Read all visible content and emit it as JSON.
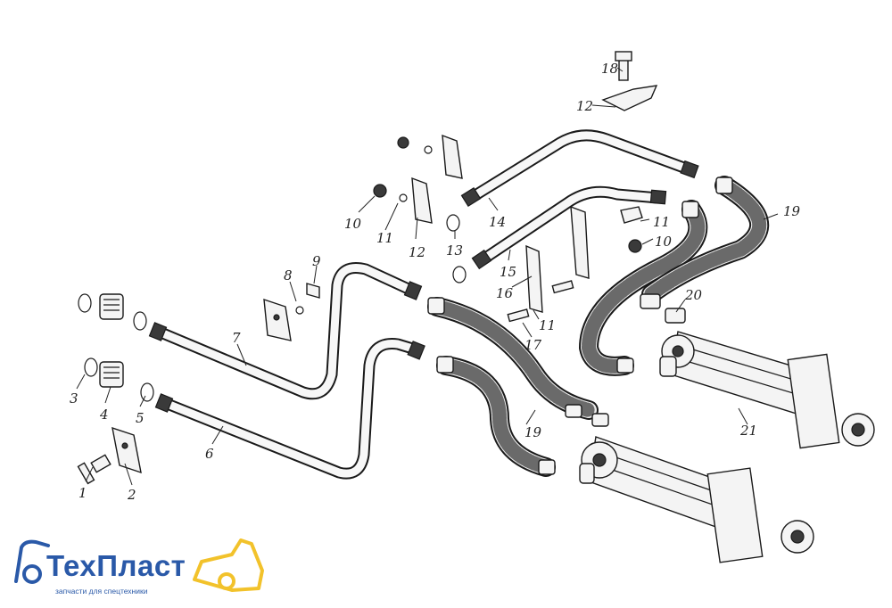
{
  "labels": {
    "l1": "1",
    "l2": "2",
    "l3": "3",
    "l4": "4",
    "l5": "5",
    "l6": "6",
    "l7": "7",
    "l8": "8",
    "l9": "9",
    "l10a": "10",
    "l10b": "10",
    "l11a": "11",
    "l11b": "11",
    "l11c": "11",
    "l12a": "12",
    "l12b": "12",
    "l13": "13",
    "l14": "14",
    "l15": "15",
    "l16": "16",
    "l17": "17",
    "l18": "18",
    "l19a": "19",
    "l19b": "19",
    "l20": "20",
    "l21": "21"
  },
  "logo": {
    "brand": "ТехПласт",
    "tagline": "запчасти для спецтехники",
    "colors": {
      "blue": "#2a59a8",
      "yellow": "#f2c22b"
    }
  }
}
